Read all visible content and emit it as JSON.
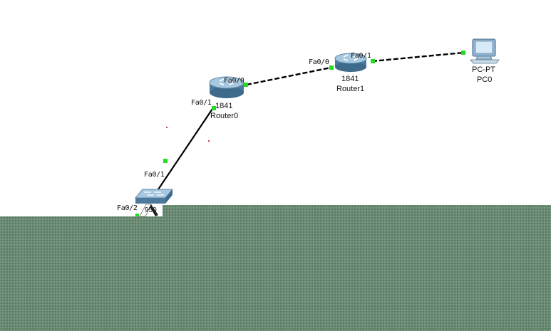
{
  "devices": {
    "router0": {
      "model": "1841",
      "name": "Router0"
    },
    "router1": {
      "model": "1841",
      "name": "Router1"
    },
    "pc0": {
      "model": "PC-PT",
      "name": "PC0"
    },
    "switch0": {
      "model_partial": "950"
    }
  },
  "ports": {
    "router0_fa00": "Fa0/0",
    "router0_fa01": "Fa0/1",
    "router1_fa00": "Fa0/0",
    "router1_fa01": "Fa0/1",
    "switch0_fa01": "Fa0/1",
    "switch0_fa02": "Fa0/2"
  },
  "colors": {
    "link_up": "#22dd22",
    "cable": "#000000",
    "device_blue": "#7fa8c8",
    "workspace_bg": "#ffffff",
    "green_area": "#6b8b74"
  },
  "icons": {
    "router": "router-icon",
    "switch": "switch-icon",
    "pc": "pc-icon"
  }
}
